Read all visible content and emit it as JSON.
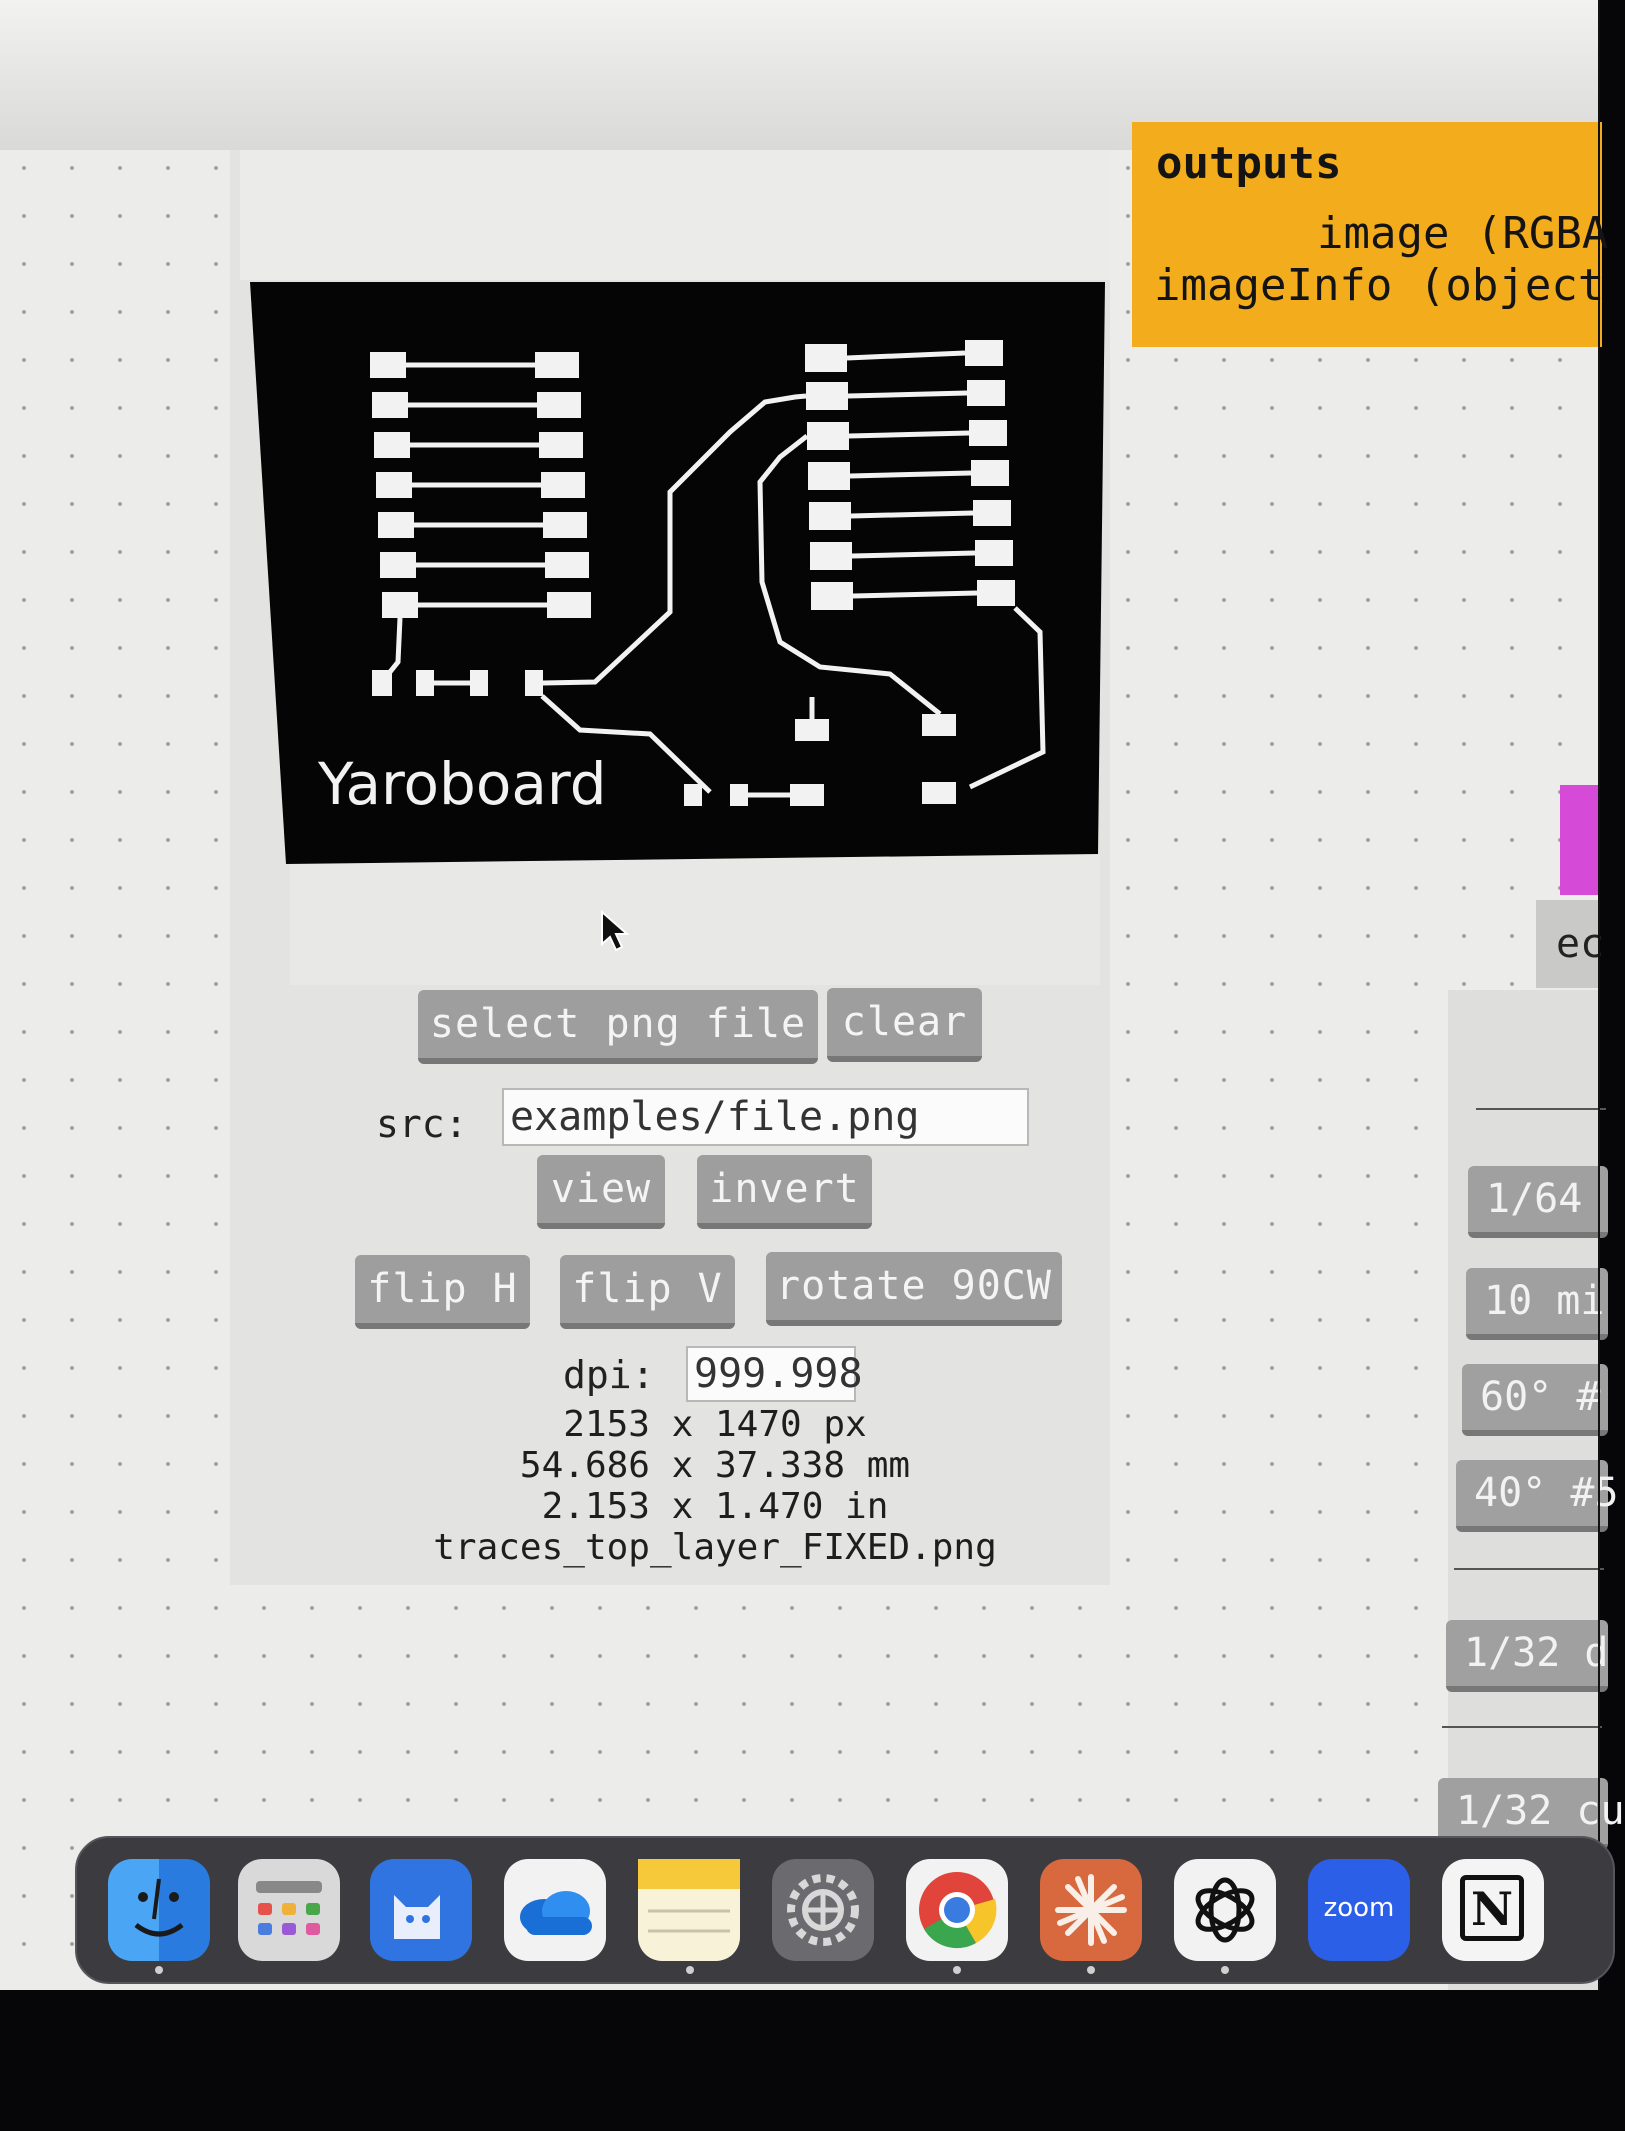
{
  "pcb_preview": {
    "label": "Yaroboard"
  },
  "buttons": {
    "select": "select png file",
    "clear": "clear",
    "view": "view",
    "invert": "invert",
    "flip_h": "flip H",
    "flip_v": "flip V",
    "rotate": "rotate 90CW"
  },
  "src": {
    "label": "src:",
    "value": "examples/file.png"
  },
  "dpi": {
    "label": "dpi:",
    "value": "999.998"
  },
  "info": {
    "px": "2153 x 1470 px",
    "mm": "54.686 x 37.338 mm",
    "in": "2.153 x 1.470 in",
    "filename": "traces_top_layer_FIXED.png"
  },
  "outputs": {
    "title": "outputs",
    "line1": "image (RGBA",
    "line2": "imageInfo (object"
  },
  "side": {
    "ec": "ec",
    "b1": "1/64",
    "b2": "10 mi",
    "b3": "60° #",
    "b4": "40° #5",
    "b5": "1/32 d",
    "b6": "1/32 cu"
  },
  "dock": {
    "zoom_label": "zoom",
    "notion_label": "N"
  },
  "colors": {
    "accent_outputs": "#f3ad1c",
    "module_pink": "#d54ad6",
    "button_gray": "#9e9e9e"
  }
}
